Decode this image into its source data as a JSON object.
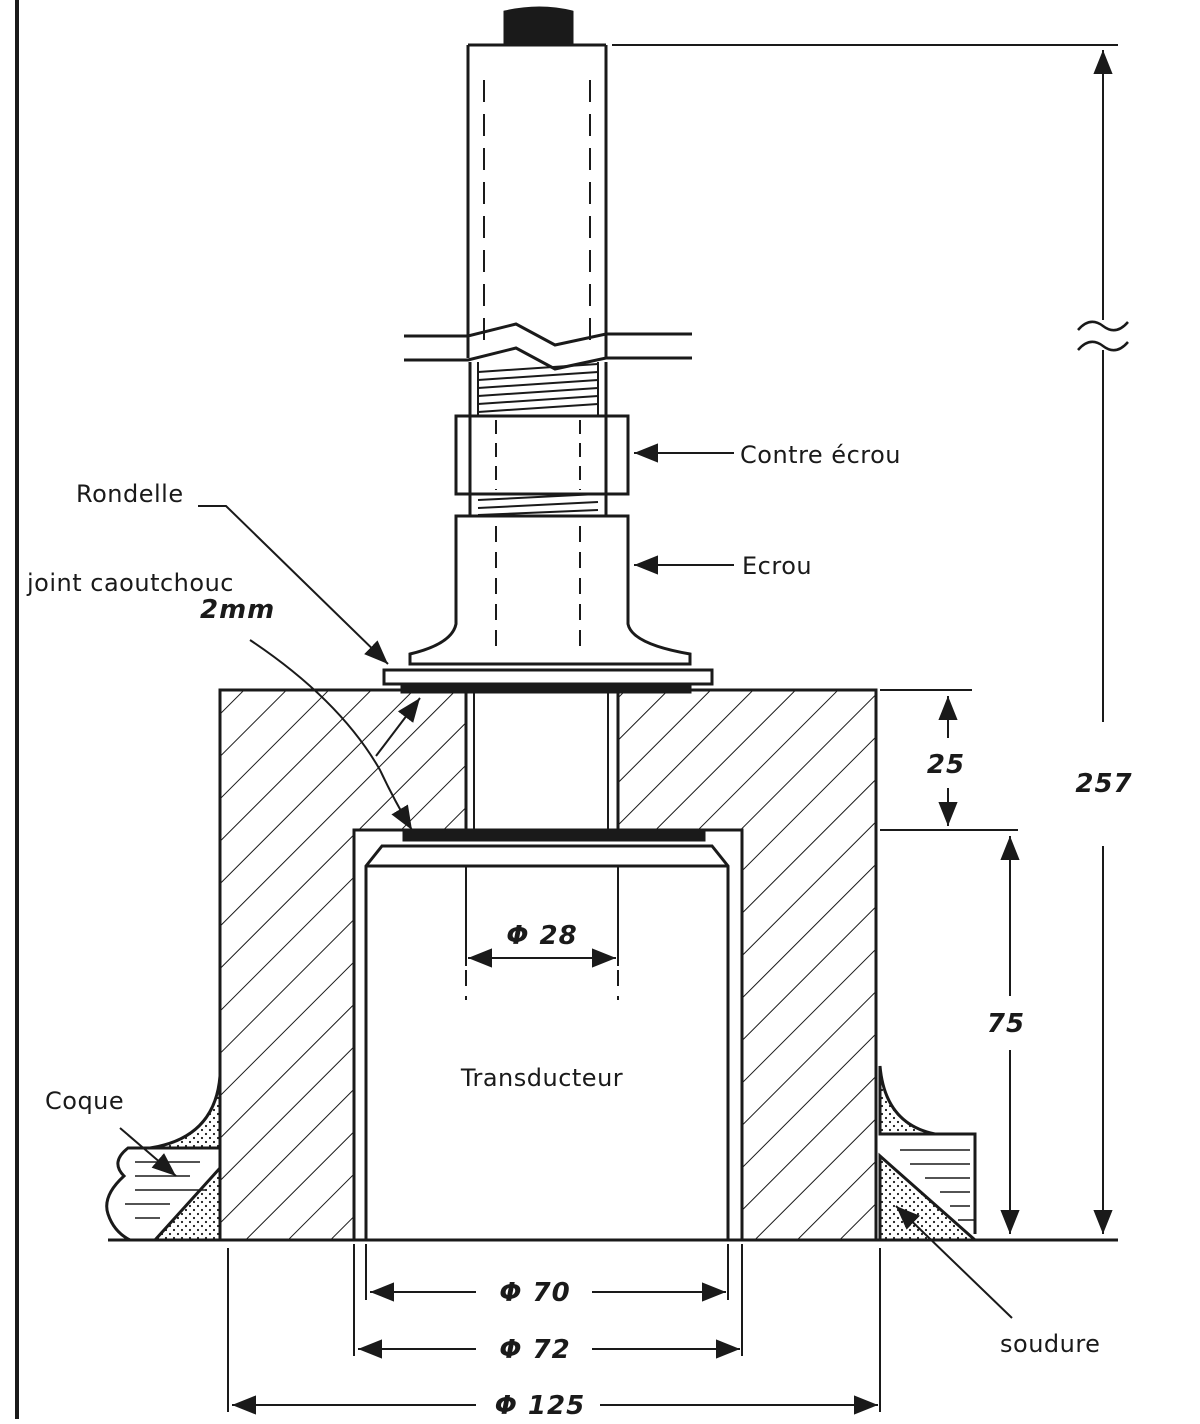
{
  "labels": {
    "contre_ecrou": "Contre écrou",
    "ecrou": "Ecrou",
    "rondelle": "Rondelle",
    "joint": "joint caoutchouc",
    "joint_thickness": "2mm",
    "transducteur": "Transducteur",
    "coque": "Coque",
    "soudure": "soudure"
  },
  "dimensions": {
    "height_total": "257",
    "height_top": "25",
    "height_bottom": "75",
    "dia_28": "Φ 28",
    "dia_70": "Φ 70",
    "dia_72": "Φ 72",
    "dia_125": "Φ 125"
  },
  "colors": {
    "ink": "#1a1a1a",
    "paper": "#ffffff",
    "water": "#1a1a1a"
  }
}
